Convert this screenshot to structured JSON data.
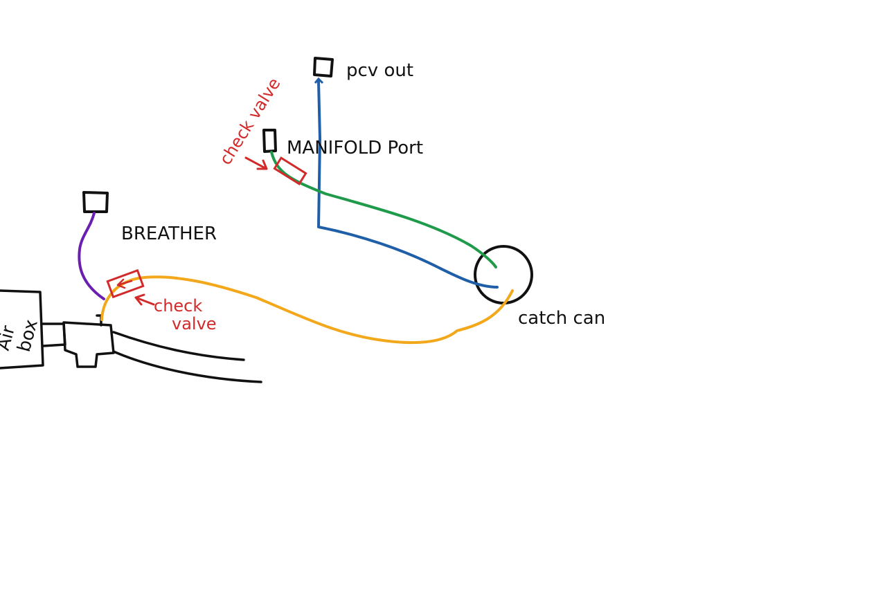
{
  "labels": {
    "pcv_out": "pcv out",
    "manifold_port": "MANIFOLD Port",
    "breather": "BREATHER",
    "catch_can": "catch can",
    "air_box_line1": "Air",
    "air_box_line2": "box",
    "check_valve_top": "check valve",
    "check_valve_bottom_line1": "check",
    "check_valve_bottom_line2": "valve"
  },
  "colors": {
    "ink": "#111111",
    "annotation": "#d22a2a",
    "pcv_line": "#1f5fa8",
    "manifold_line": "#1f9a4a",
    "breather_line": "#6a1fb0",
    "intake_line": "#f2a81a"
  }
}
